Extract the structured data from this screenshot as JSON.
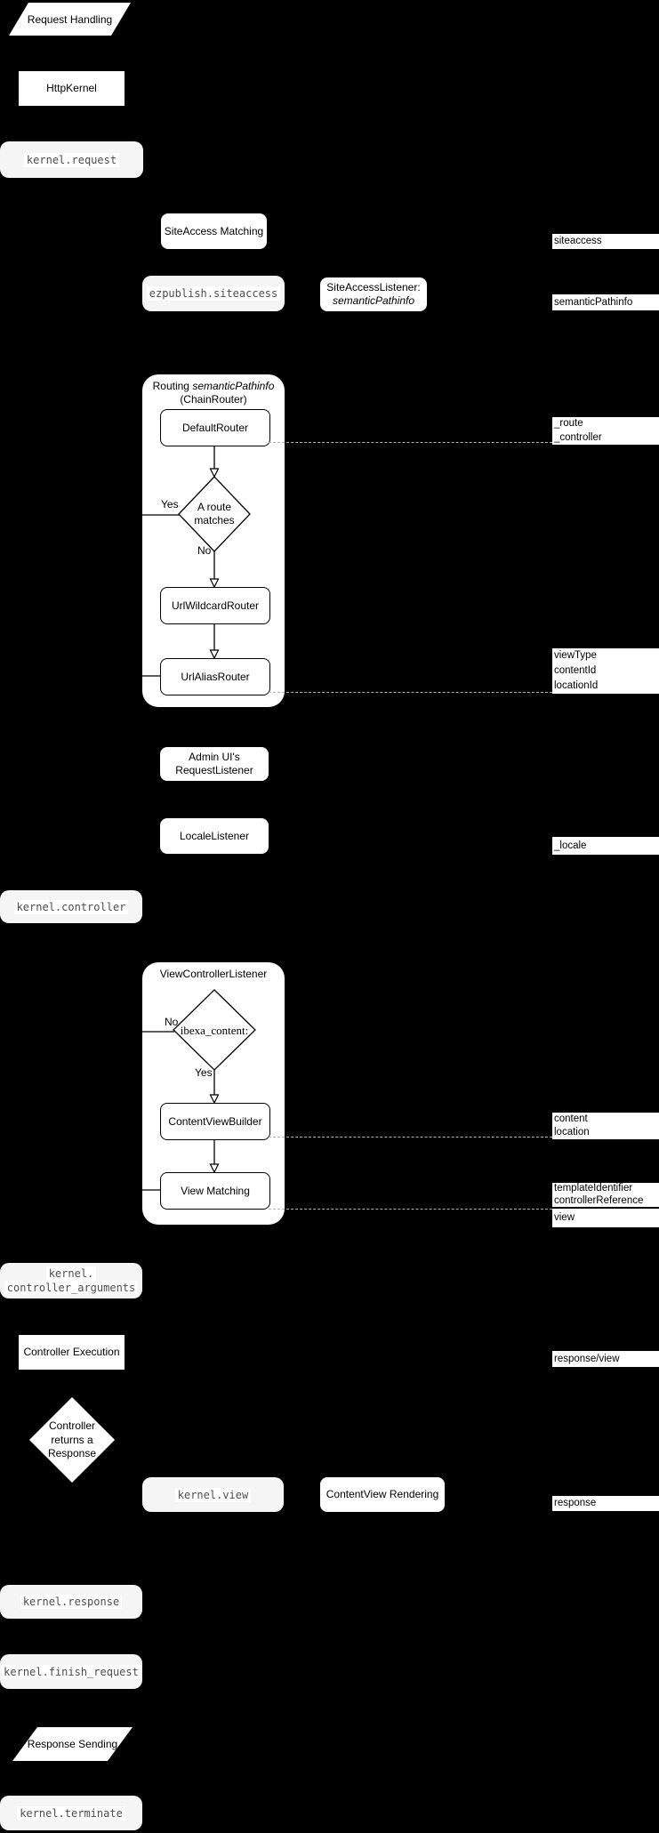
{
  "colors": {
    "background": "#000000",
    "node_fill": "#ffffff",
    "event_fill": "#f5f5f5",
    "event_text": "#4d4d4d",
    "dashed_connector": "#b3b3b3",
    "line": "#000000"
  },
  "nodes": {
    "request_handling": {
      "label": "Request Handling"
    },
    "http_kernel": {
      "label": "HttpKernel"
    },
    "siteaccess_matching": {
      "label": "SiteAccess Matching"
    },
    "siteaccess_listener": {
      "line1": "SiteAccessListener:",
      "line2": "semanticPathinfo"
    },
    "routing": {
      "title_prefix": "Routing ",
      "title_italic": "semanticPathinfo",
      "subtitle": "(ChainRouter)"
    },
    "default_router": {
      "label": "DefaultRouter"
    },
    "route_matches": {
      "line1": "A route",
      "line2": "matches",
      "yes": "Yes",
      "no": "No"
    },
    "url_wildcard_router": {
      "label": "UrlWildcardRouter"
    },
    "url_alias_router": {
      "label": "UrlAliasRouter"
    },
    "admin_request_listener": {
      "line1": "Admin UI's",
      "line2": "RequestListener"
    },
    "locale_listener": {
      "label": "LocaleListener"
    },
    "view_controller_listener": {
      "title": "ViewControllerListener"
    },
    "ibexa_content": {
      "label": "ibexa_content:",
      "yes": "Yes",
      "no": "No"
    },
    "content_view_builder": {
      "label": "ContentViewBuilder"
    },
    "view_matching": {
      "label": "View Matching"
    },
    "controller_execution": {
      "label": "Controller Execution"
    },
    "controller_returns": {
      "line1": "Controller",
      "line2": "returns a",
      "line3": "Response"
    },
    "content_view_rendering": {
      "label": "ContentView Rendering"
    },
    "response_sending": {
      "label": "Response Sending"
    }
  },
  "events": {
    "kernel_request": {
      "label": "kernel.request"
    },
    "ezpublish_siteaccess": {
      "label": "ezpublish.siteaccess"
    },
    "kernel_controller": {
      "label": "kernel.controller"
    },
    "kernel_controller_arguments": {
      "line1": "kernel.",
      "line2": "controller_arguments"
    },
    "kernel_view": {
      "label": "kernel.view"
    },
    "kernel_response": {
      "label": "kernel.response"
    },
    "kernel_finish_request": {
      "label": "kernel.finish_request"
    },
    "kernel_terminate": {
      "label": "kernel.terminate"
    }
  },
  "bars": {
    "siteaccess": {
      "line1": "siteaccess"
    },
    "semantic_pathinfo": {
      "line1": "semanticPathinfo"
    },
    "route_controller": {
      "line1": "_route",
      "line2": "_controller"
    },
    "view_params": {
      "line1": "viewType",
      "line2": "contentId",
      "line3": "locationId"
    },
    "locale": {
      "line1": "_locale"
    },
    "content_location": {
      "line1": "content",
      "line2": "location"
    },
    "template_controller": {
      "line1": "templateIdentifier",
      "line2": "controllerReference"
    },
    "view": {
      "line1": "view"
    },
    "response_view": {
      "line1": "response/view"
    },
    "response": {
      "line1": "response"
    }
  }
}
